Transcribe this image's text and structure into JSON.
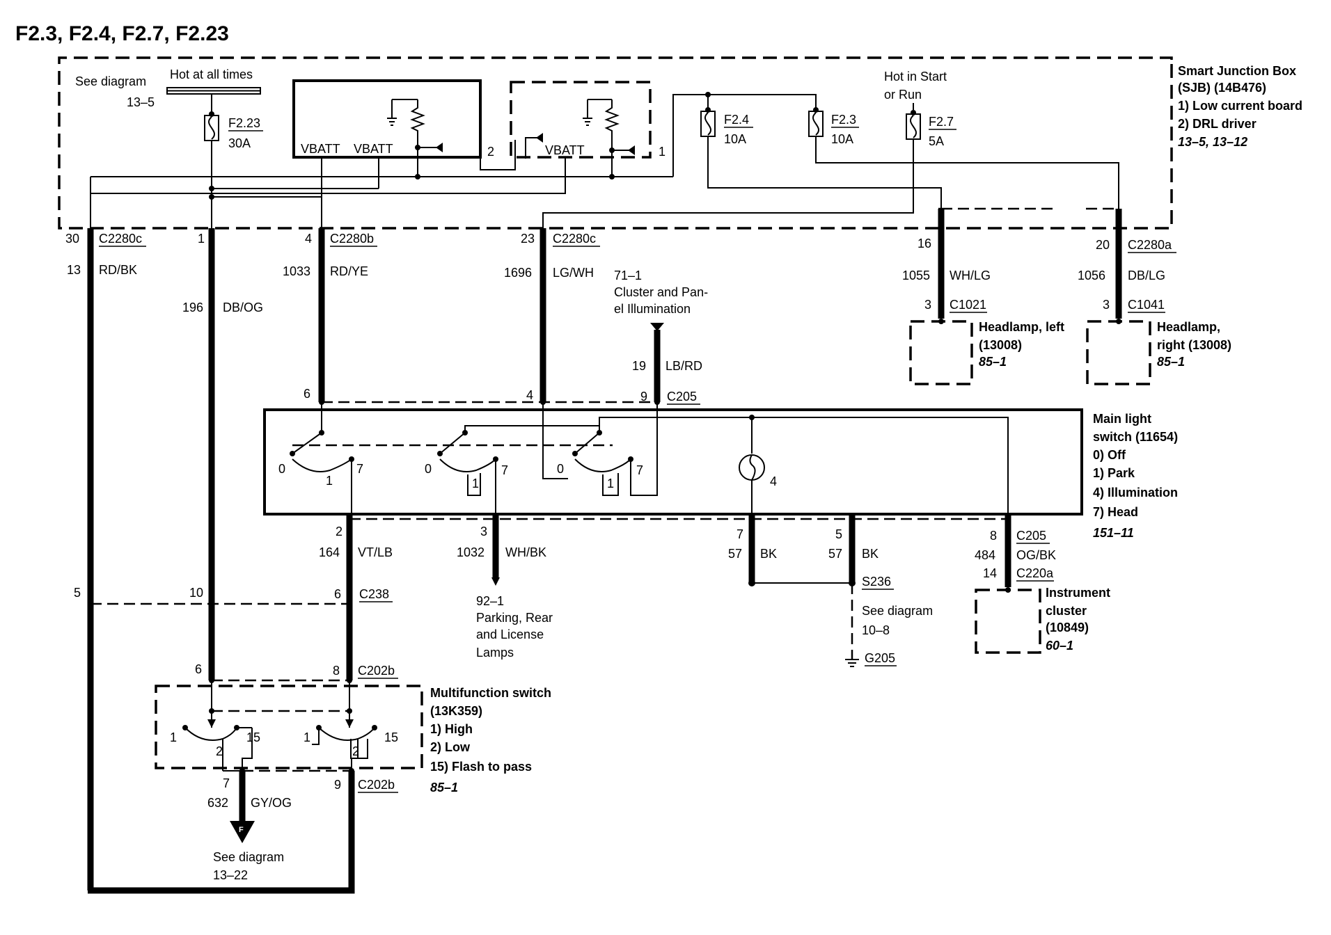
{
  "title": "F2.3, F2.4, F2.7, F2.23",
  "sjb": {
    "name": "Smart Junction Box",
    "id": "(SJB) (14B476)",
    "items": [
      "1)  Low current board",
      "2)  DRL driver"
    ],
    "ref": "13–5, 13–12",
    "module1_label": "1",
    "module2_label": "2",
    "vbatt": "VBATT",
    "see_diagram": "See diagram",
    "see_diagram_ref": "13–5",
    "hot_all_times": "Hot at all times",
    "hot_start_run_1": "Hot in Start",
    "hot_start_run_2": "or Run"
  },
  "fuses": [
    {
      "name": "F2.23",
      "rating": "30A"
    },
    {
      "name": "F2.4",
      "rating": "10A"
    },
    {
      "name": "F2.3",
      "rating": "10A"
    },
    {
      "name": "F2.7",
      "rating": "5A"
    }
  ],
  "wires": {
    "w1": {
      "pin": "30",
      "conn": "C2280c",
      "circuit": "13",
      "color": "RD/BK"
    },
    "w2": {
      "pin": "1",
      "circuit": "196",
      "color": "DB/OG"
    },
    "w3": {
      "pin": "4",
      "conn": "C2280b",
      "circuit": "1033",
      "color": "RD/YE"
    },
    "w4": {
      "pin": "23",
      "conn": "C2280c",
      "circuit": "1696",
      "color": "LG/WH"
    },
    "w5": {
      "pin": "16",
      "circuit": "1055",
      "color": "WH/LG",
      "pin2": "3",
      "conn2": "C1021"
    },
    "w6": {
      "pin": "20",
      "conn": "C2280a",
      "circuit": "1056",
      "color": "DB/LG",
      "pin2": "3",
      "conn2": "C1041"
    },
    "w7": {
      "circuit": "19",
      "color": "LB/RD"
    },
    "w8": {
      "pin": "2",
      "circuit": "164",
      "color": "VT/LB"
    },
    "w9": {
      "pin": "3",
      "circuit": "1032",
      "color": "WH/BK"
    },
    "w10": {
      "pin": "7",
      "circuit": "57",
      "color": "BK"
    },
    "w11": {
      "pin": "5",
      "circuit": "57",
      "color": "BK"
    },
    "w12": {
      "pin": "8",
      "conn": "C205",
      "circuit": "484",
      "color": "OG/BK",
      "pin2": "14",
      "conn2": "C220a"
    },
    "w13": {
      "pin": "7",
      "circuit": "632",
      "color": "GY/OG"
    }
  },
  "illum_ref": {
    "ref": "71–1",
    "line1": "Cluster and Pan-",
    "line2": "el Illumination"
  },
  "c205": {
    "pin6": "6",
    "pin4": "4",
    "pin9": "9",
    "conn": "C205"
  },
  "headlamp_left": {
    "l1": "Headlamp, left",
    "l2": "(13008)",
    "ref": "85–1"
  },
  "headlamp_right": {
    "l1": "Headlamp,",
    "l2": "right (13008)",
    "ref": "85–1"
  },
  "main_switch": {
    "l1": "Main light",
    "l2": "switch (11654)",
    "items": [
      "0)   Off",
      "1)   Park",
      "4)   Illumination",
      "7)   Head"
    ],
    "ref": "151–11",
    "pos0": "0",
    "pos1": "1",
    "pos7": "7",
    "lamp": "4"
  },
  "parking_ref": {
    "ref": "92–1",
    "l1": "Parking, Rear",
    "l2": "and License",
    "l3": "Lamps"
  },
  "ground": {
    "splice": "S236",
    "see": "See diagram",
    "ref": "10–8",
    "ground": "G205"
  },
  "cluster": {
    "l1": "Instrument",
    "l2": "cluster",
    "l3": "(10849)",
    "ref": "60–1"
  },
  "c238": {
    "p5": "5",
    "p10": "10",
    "p6": "6",
    "conn": "C238"
  },
  "c202b_top": {
    "p6": "6",
    "p8": "8",
    "conn": "C202b"
  },
  "c202b_bot": {
    "p9": "9",
    "conn": "C202b"
  },
  "mf_switch": {
    "l1": "Multifunction switch",
    "l2": "(13K359)",
    "items": [
      "1)   High",
      "2)   Low",
      "15) Flash to pass"
    ],
    "ref": "85–1",
    "p1": "1",
    "p2": "2",
    "p15": "15"
  },
  "bottom_ref": {
    "see": "See diagram",
    "ref": "13–22"
  }
}
